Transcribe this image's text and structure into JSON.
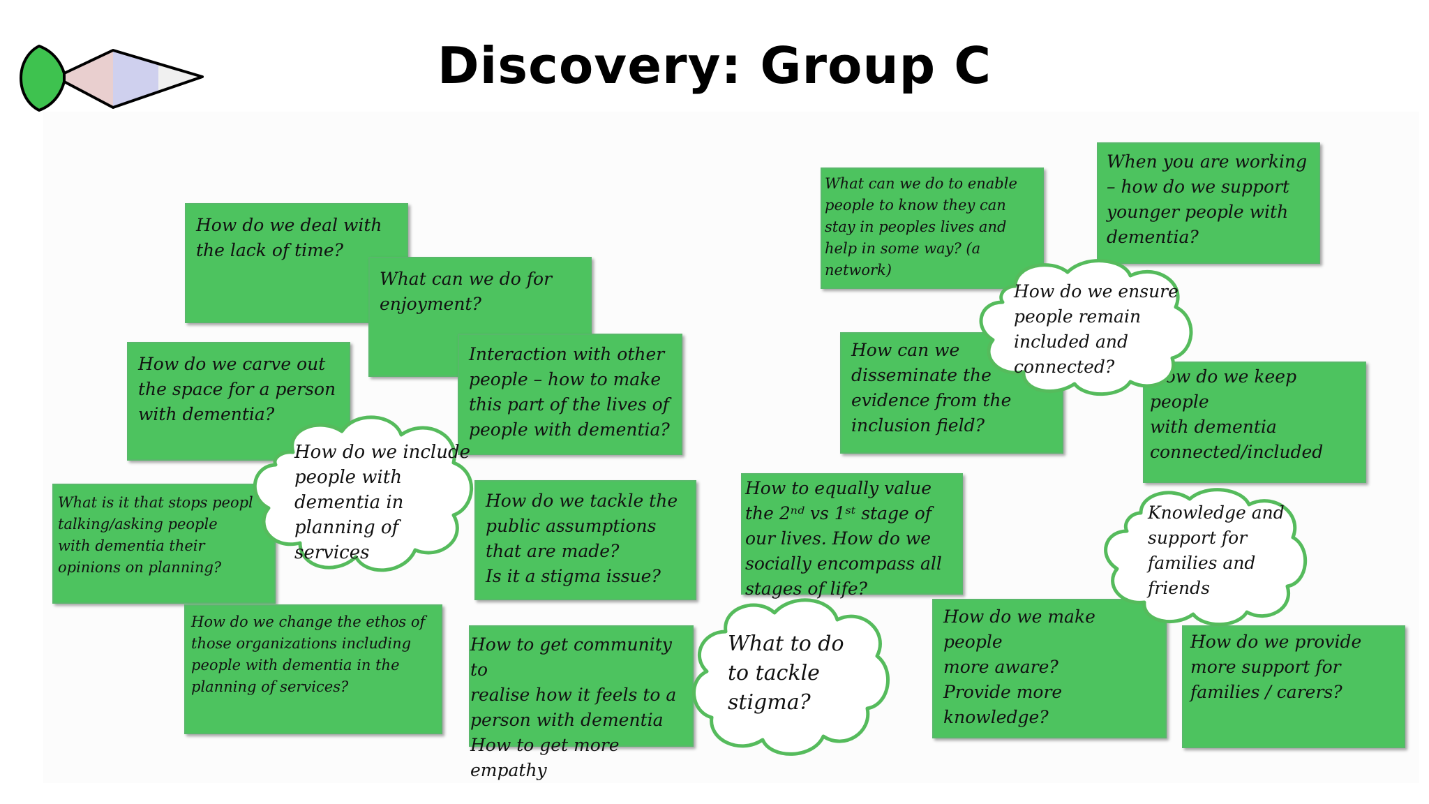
{
  "slide": {
    "title": "Discovery: Group C"
  },
  "colors": {
    "note_fill": "#4dc35f",
    "cloud_stroke": "#55bb5c",
    "logo_head": "#3ec24f",
    "logo_band_pink": "#e9cfcf",
    "logo_band_lavender": "#cfd0ee",
    "logo_band_light": "#f0f0f0"
  },
  "icons": {
    "logo": "fish-logo-icon",
    "cloud": "thought-cloud-shape"
  },
  "notes": [
    {
      "id": "lack-of-time",
      "text": "How do we deal with\nthe lack of time?"
    },
    {
      "id": "enjoyment",
      "text": "What can we do for\nenjoyment?"
    },
    {
      "id": "carve-space",
      "text": "How do we carve out\nthe space for a person\nwith dementia?"
    },
    {
      "id": "interaction",
      "text": "Interaction with other\npeople – how to make\nthis part of the lives of\npeople with dementia?"
    },
    {
      "id": "stops-people",
      "text": "What is it that stops peopl\ntalking/asking people\nwith dementia their\nopinions on planning?"
    },
    {
      "id": "public-assumptions",
      "text": "How do we tackle the\npublic assumptions\nthat are made?\nIs it a stigma issue?"
    },
    {
      "id": "change-ethos",
      "text": "How do we change the ethos of\nthose organizations including\npeople with dementia in the\nplanning of services?"
    },
    {
      "id": "community-empathy",
      "text": "How to get community to\nrealise how it feels to a\nperson with dementia\nHow to get more empathy"
    },
    {
      "id": "stay-in-lives",
      "text": "What can we do to enable\npeople to know they can\nstay in peoples lives and\nhelp in some way? (a\nnetwork)"
    },
    {
      "id": "younger-people",
      "text": "When you are working\n– how do we support\nyounger people with\ndementia?"
    },
    {
      "id": "disseminate",
      "text": "How can we\ndisseminate the\nevidence from the\ninclusion field?"
    },
    {
      "id": "keep-connected",
      "text": "How do we keep people\nwith dementia\nconnected/included"
    },
    {
      "id": "equally-value",
      "text": "How to equally value\nthe 2ⁿᵈ vs 1ˢᵗ stage of\nour lives. How do we\nsocially encompass all\nstages of life?"
    },
    {
      "id": "more-aware",
      "text": "How do we make people\nmore aware?\nProvide more\nknowledge?"
    },
    {
      "id": "support-carers",
      "text": "How do we provide\nmore support for\nfamilies / carers?"
    }
  ],
  "clouds": [
    {
      "id": "include-planning",
      "text": "How do we include\npeople with\ndementia in\nplanning of\nservices"
    },
    {
      "id": "tackle-stigma",
      "text": "What to do\nto tackle\nstigma?"
    },
    {
      "id": "remain-included",
      "text": "How do we ensure\npeople remain\nincluded and\nconnected?"
    },
    {
      "id": "knowledge-support",
      "text": "Knowledge and\nsupport for\nfamilies and\nfriends"
    }
  ]
}
